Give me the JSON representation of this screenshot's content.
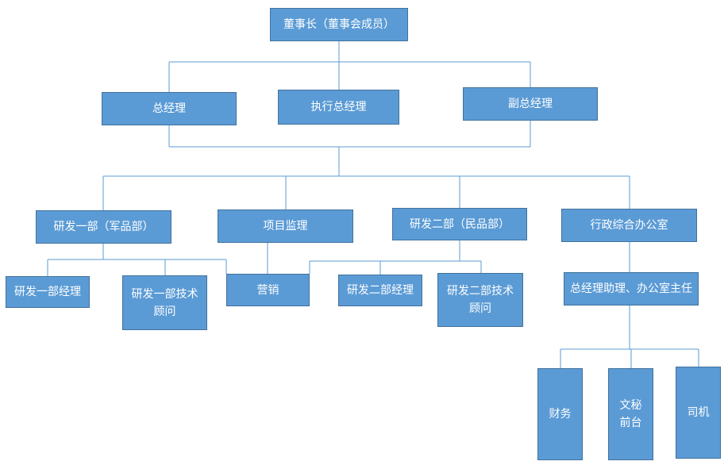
{
  "colors": {
    "box_fill": "#5b9bd5",
    "box_border": "#41719c",
    "connector": "#5b9bd5",
    "text": "#ffffff",
    "background": "#ffffff"
  },
  "nodes": {
    "chairman": "董事长（董事会成员）",
    "general_manager": "总经理",
    "executive_general_manager": "执行总经理",
    "deputy_general_manager": "副总经理",
    "rd_dept_1": "研发一部（军品部）",
    "project_supervision": "项目监理",
    "rd_dept_2": "研发二部（民品部）",
    "admin_office": "行政综合办公室",
    "rd1_manager": "研发一部经理",
    "rd1_tech_advisor": "研发一部技术顾问",
    "marketing": "营销",
    "rd2_manager": "研发二部经理",
    "rd2_tech_advisor": "研发二部技术顾问",
    "gm_assistant": "总经理助理、办公室主任",
    "finance": "财务",
    "secretary_reception": "文秘前台",
    "driver": "司机"
  }
}
